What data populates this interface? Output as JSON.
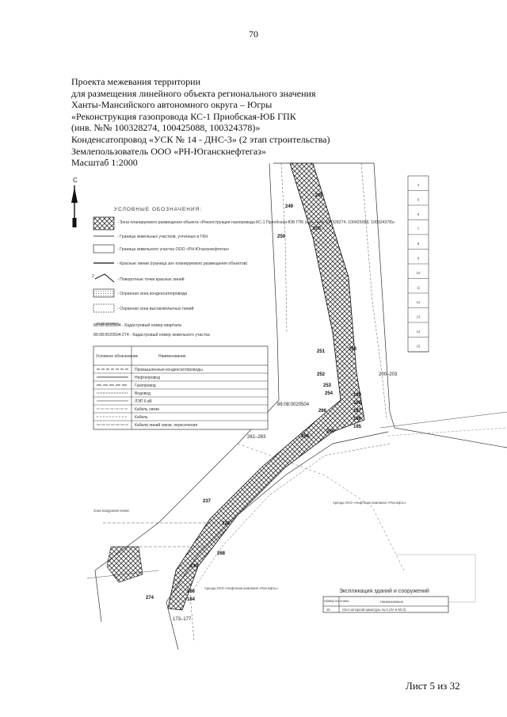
{
  "page_number": "70",
  "header_lines": [
    "Проекта межевания территории",
    "для размещения линейного объекта регионального значения",
    "Ханты-Мансийского автономного округа – Югры",
    "«Реконструкция газопровода КС-1 Приобская-ЮБ ГПК",
    "(инв. №№ 100328274, 100425088, 100324378)»",
    "Конденсатопровод «УСК № 14 - ДНС-3» (2 этап строительства)",
    "Землепользователь ООО «РН-Юганскнефтегаз»",
    "Масштаб 1:2000"
  ],
  "north_arrow_label": "С",
  "legend": {
    "title": "УСЛОВНЫЕ ОБОЗНАЧЕНИЯ:",
    "items": [
      "- Зона планируемого размещения объекта «Реконструкция газопровода КС-1 Приобская-ЮБ ГПК (инв. №№ 100328274, 100425088, 100324378)»",
      "- Граница земельных участков, учтенных в ГКН",
      "- Граница земельного участка ООО «РН-Юганскнефтегаз»",
      "- Красные линии (граница зон планируемого размещения объектов)",
      "- Поворотные точки красных линий",
      "- Охранная зона конденсатопровода",
      "- Охранная зона высоковольтных линий",
      "86:08:0020504 - Кадастровый номер квартала",
      "86:08:0020504:274 - Кадастровый номер земельного участка"
    ]
  },
  "comm_table": {
    "headers": [
      "Условное обозначение",
      "Наименование"
    ],
    "rows": [
      "Промышленные конденсатопроводы",
      "Нефтепровод",
      "Газопровод",
      "Водовод",
      "ЛЭП 6 кВ",
      "Кабель связи",
      "Кабель",
      "Кабели линий связи, пересечения"
    ]
  },
  "building_numbers": [
    "4",
    "5",
    "6",
    "7",
    "8",
    "9",
    "10",
    "11",
    "12",
    "13",
    "14",
    "15"
  ],
  "building_table": {
    "title": "Экспликация зданий и сооружений",
    "headers": [
      "Номер на плане",
      "Наименование"
    ],
    "rows": [
      {
        "number": "15",
        "name": "Узел запорной арматуры № 5 (ЛА 6-60,0)"
      }
    ]
  },
  "map_labels": {
    "cadastral_quarter_1": "86:08:0020504",
    "cadastral_quarter_2": "86:08:0020504",
    "point_range_1": "200–203",
    "point_range_2": "261–263",
    "point_range_3": "173–177",
    "point_numbers": [
      "249",
      "206",
      "205",
      "250",
      "251",
      "252",
      "253",
      "254",
      "204",
      "199",
      "198",
      "197",
      "196",
      "195",
      "266",
      "266",
      "258",
      "237",
      "236",
      "239",
      "268",
      "274",
      "186",
      "184"
    ],
    "lease_1": "Аренда ОАО «Нефтяная компания «Роснефть»",
    "lease_2": "Аренда ОАО «Нефтяная компания «Роснефть»",
    "zone_label": "Зона воздушной линии"
  },
  "sheet_label": "Лист 5 из 32"
}
